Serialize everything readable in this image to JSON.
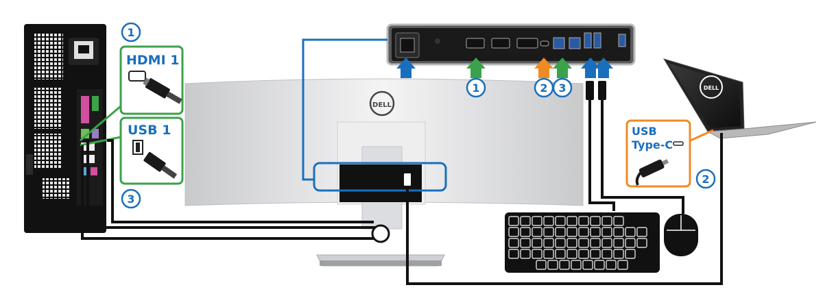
{
  "labels": {
    "hdmi": "HDMI 1",
    "usb": "USB 1",
    "usbc_line1": "USB",
    "usbc_line2": "Type-C",
    "brand": "DELL"
  },
  "callouts": {
    "pc_hdmi": "1",
    "pc_usb": "3",
    "port_hdmi": "1",
    "port_usbc": "2",
    "port_usb_up": "3",
    "laptop": "2"
  },
  "colors": {
    "blue": "#1a6fbd",
    "green": "#3aa24a",
    "orange": "#f08a24",
    "black": "#111111",
    "monitor_silver": "#d8d9db"
  },
  "icons": [
    "hdmi-plug-icon",
    "usb-a-plug-icon",
    "usb-c-plug-icon",
    "power-port-icon"
  ]
}
